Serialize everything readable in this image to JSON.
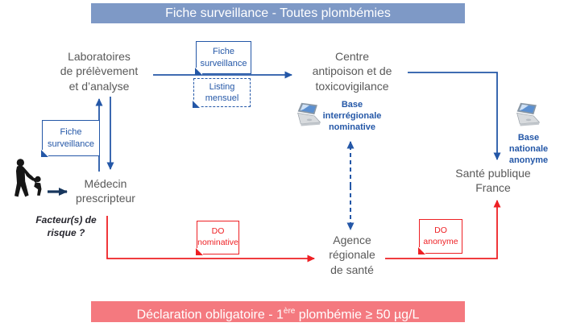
{
  "banners": {
    "top": {
      "text": "Fiche surveillance - Toutes plombémies"
    },
    "bottom": {
      "prefix": "Déclaration obligatoire - 1",
      "sup": "ère",
      "suffix": " plombémie ≥ 50 µg/L"
    }
  },
  "nodes": {
    "laboratoires": "Laboratoires\nde prélèvement\net d’analyse",
    "centre_antipoison": "Centre\nantipoison et de\ntoxicovigilance",
    "medecin": "Médecin\nprescripteur",
    "sante_publique": "Santé publique\nFrance",
    "agence_regionale": "Agence\nrégionale\nde santé",
    "facteur_risque": "Facteur(s) de\nrisque ?"
  },
  "notes": {
    "fiche_surveillance_top": "Fiche\nsurveillance",
    "listing_mensuel": "Listing\nmensuel",
    "fiche_surveillance_left": "Fiche\nsurveillance",
    "do_nominative": "DO\nnominative",
    "do_anonyme": "DO\nanonyme"
  },
  "databases": {
    "interregionale": "Base\ninterrégionale\nnominative",
    "nationale": "Base\nnationale\nanonyme"
  },
  "icons": {
    "interregionale": "laptop-icon",
    "nationale": "laptop-icon",
    "patient": "parent-child-clipart"
  },
  "colors": {
    "blue": "#2457A7",
    "dark_blue": "#17365D",
    "red": "#EE2024",
    "gray_text": "#595959",
    "banner_top_bg": "#7E99C6",
    "banner_bottom_bg": "#F4797F"
  }
}
